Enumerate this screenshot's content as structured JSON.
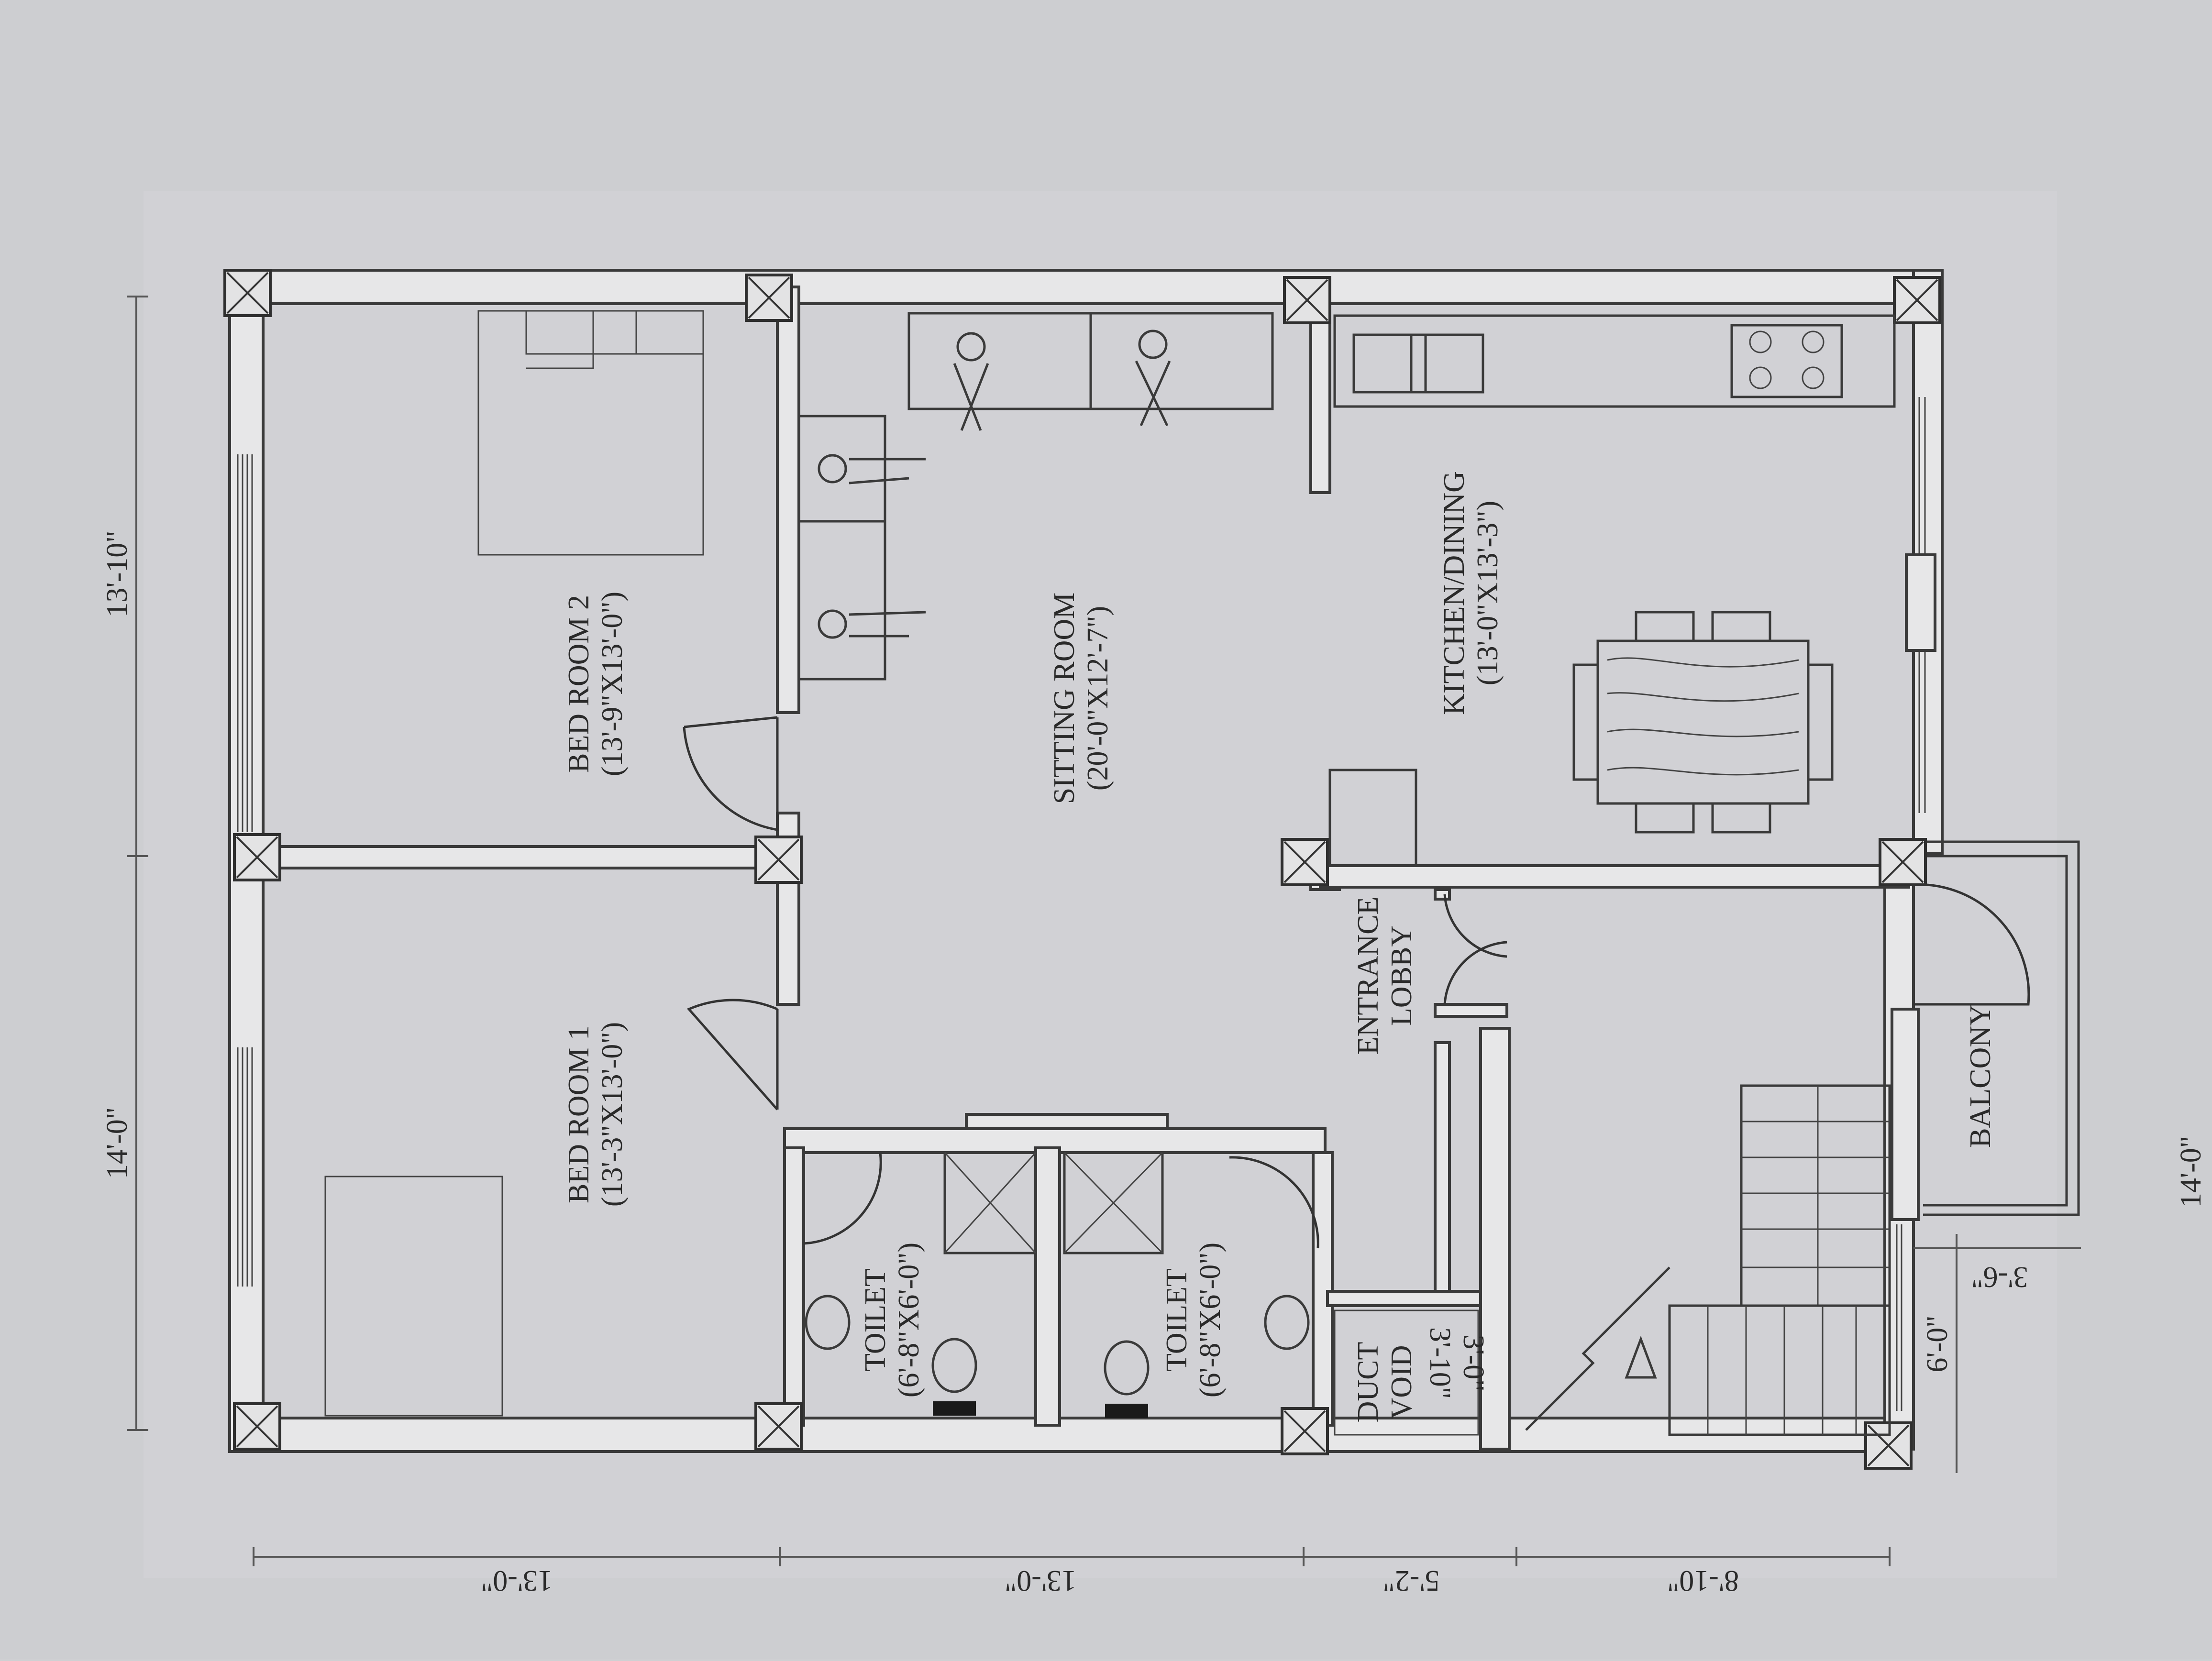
{
  "rooms": {
    "bedroom2": {
      "name": "BED ROOM 2",
      "size": "(13'-9\"X13'-0\")"
    },
    "bedroom1": {
      "name": "BED ROOM 1",
      "size": "(13'-3\"X13'-0\")"
    },
    "sitting": {
      "name": "SITTING ROOM",
      "size": "(20'-0\"X12'-7\")"
    },
    "kitchen": {
      "name": "KITCHEN/DINING",
      "size": "(13'-0\"X13'-3\")"
    },
    "lobby": {
      "name": "ENTRANCE",
      "name2": "LOBBY"
    },
    "toilet1": {
      "name": "TOILET",
      "size": "(6'-8\"X6'-0\")"
    },
    "toilet2": {
      "name": "TOILET",
      "size": "(6'-8\"X6'-0\")"
    },
    "duct": {
      "name": "DUCT",
      "name2": "VOID",
      "dim1": "3'-10\"",
      "dim2": "3'-0\""
    },
    "balcony": {
      "name": "BALCONY"
    }
  },
  "dimensions": {
    "left_top": "13'-10\"",
    "left_bottom": "14'-0\"",
    "bottom_1": "13'-0\"",
    "bottom_2": "13'-0\"",
    "bottom_3": "5'-2\"",
    "bottom_4": "8'-10\"",
    "right_1": "3'-6\"",
    "right_2": "6'-0\"",
    "right_edge": "14'-0\""
  }
}
